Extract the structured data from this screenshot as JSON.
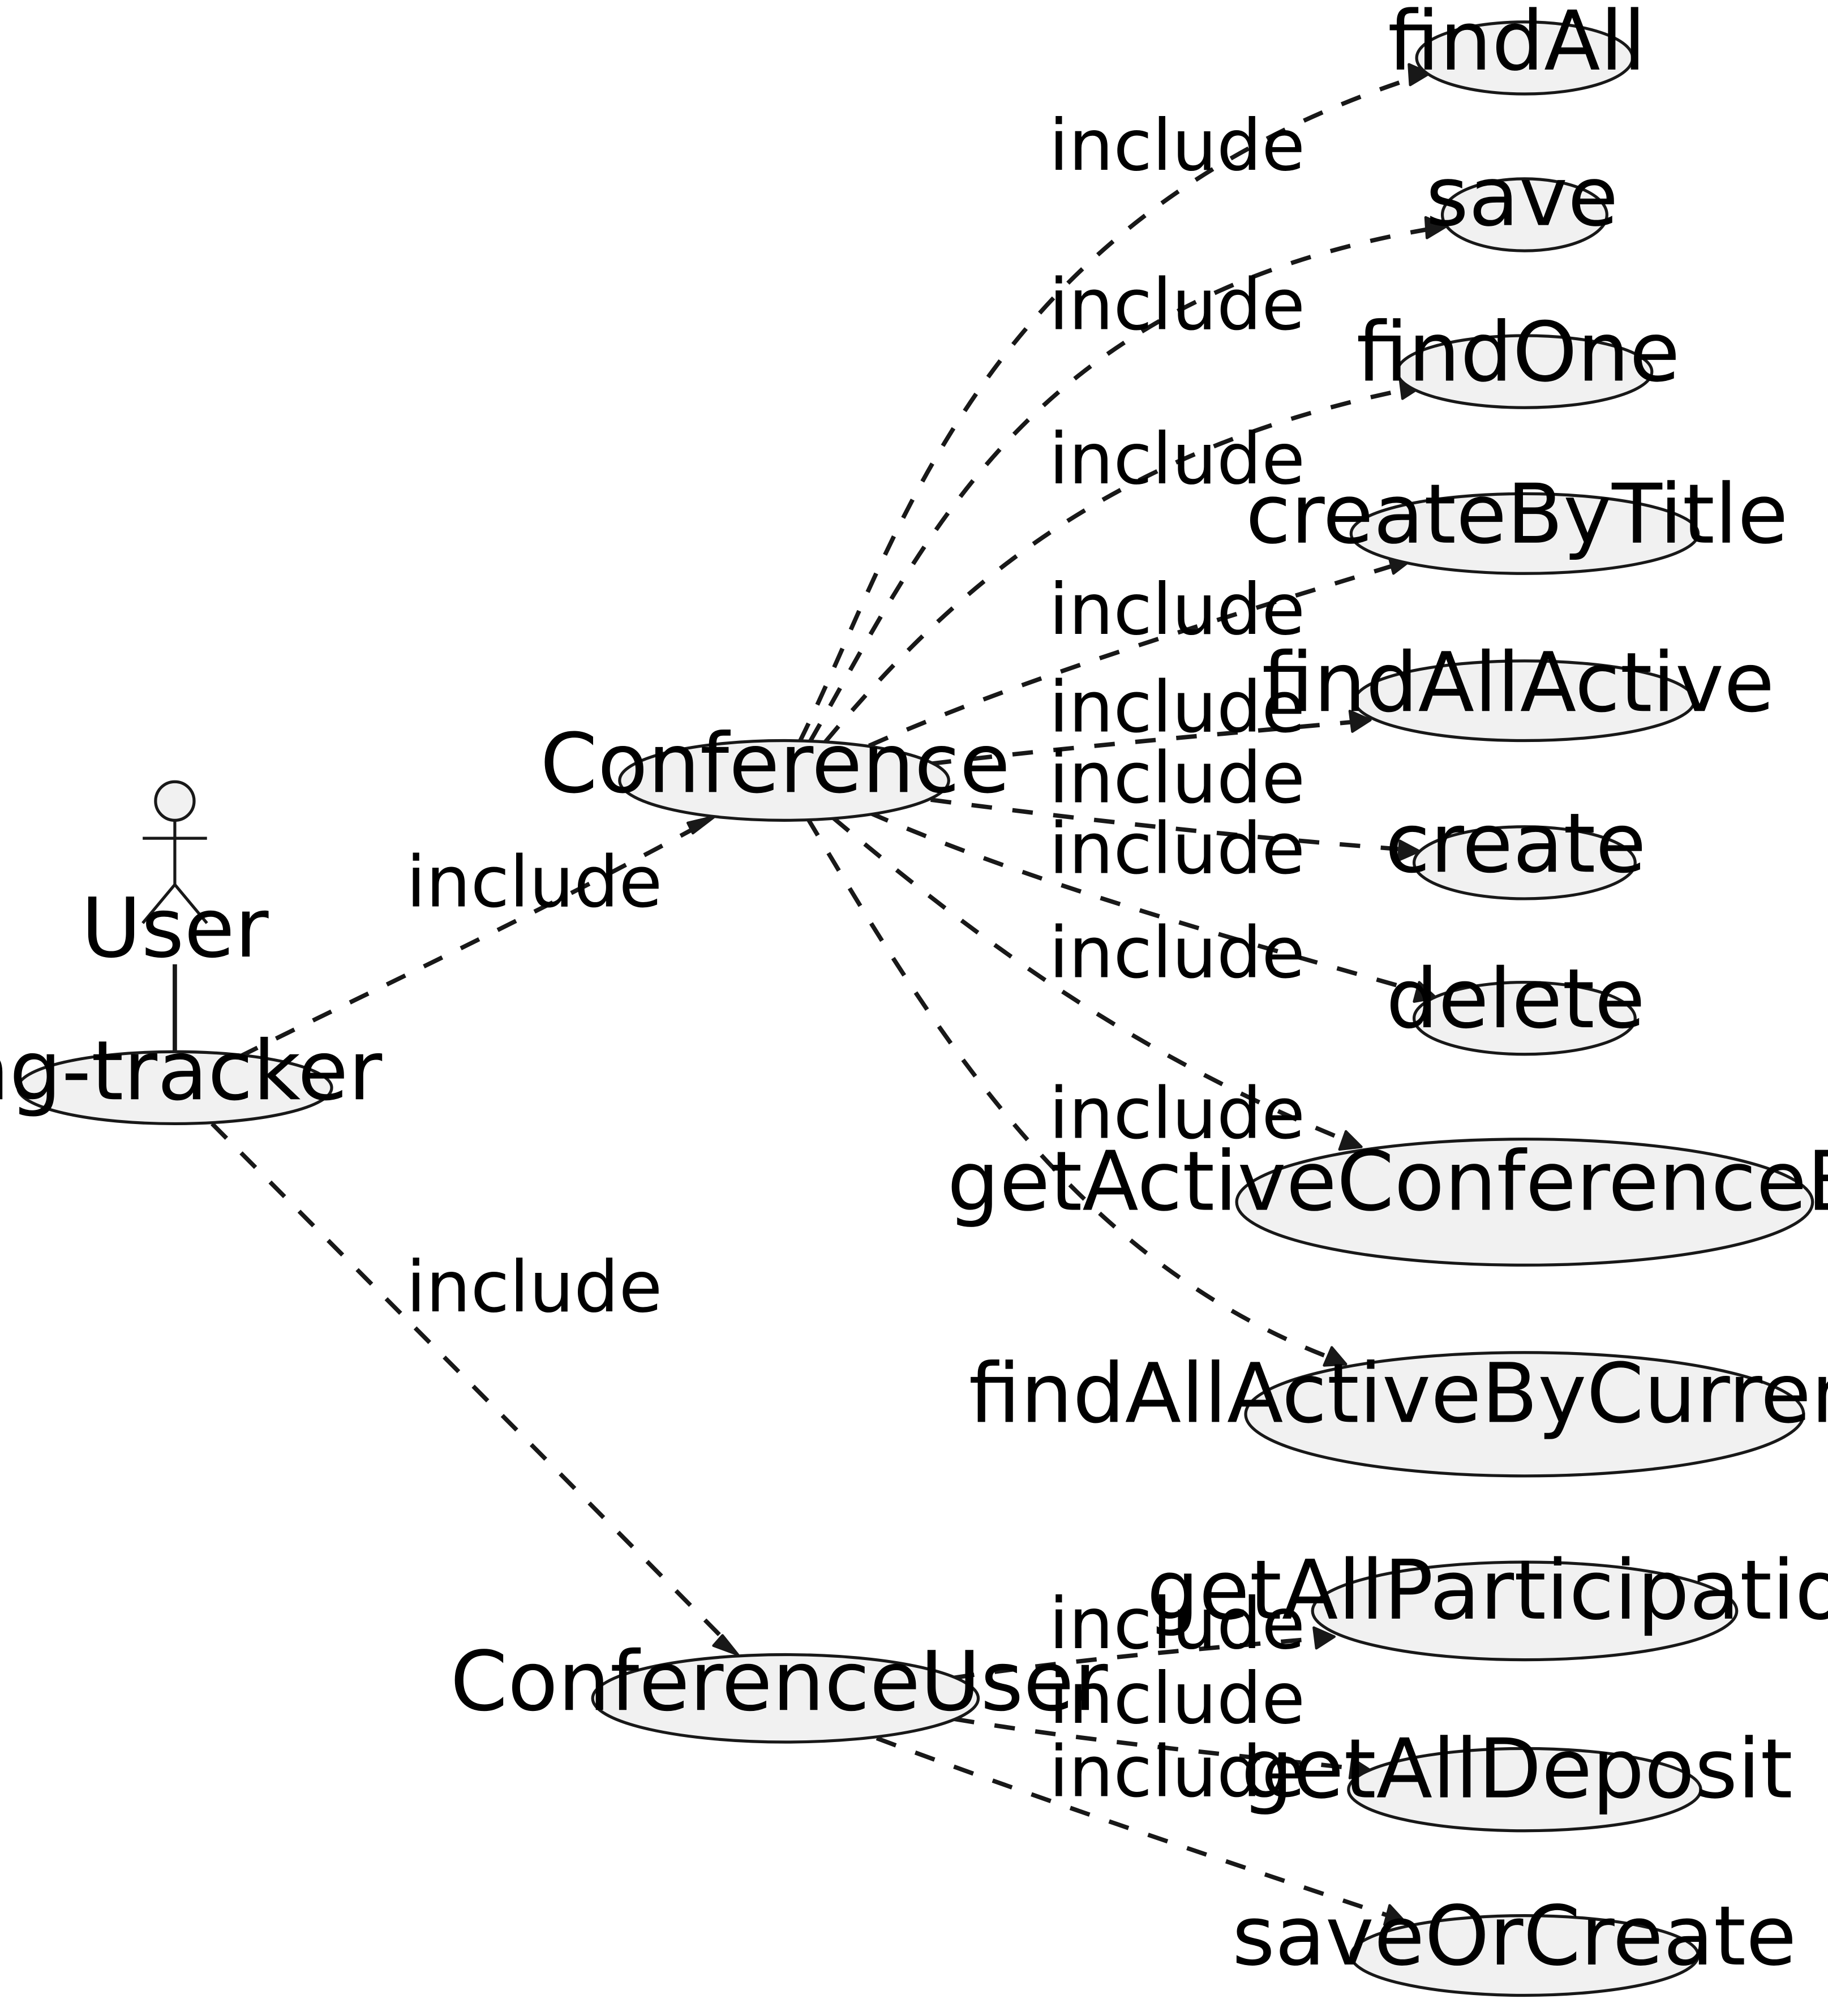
{
  "actor": {
    "label": "User"
  },
  "usecases": {
    "ng_tracker": "ng-tracker",
    "conference": "Conference",
    "conference_user": "ConferenceUser",
    "find_all": "findAll",
    "save": "save",
    "find_one": "findOne",
    "create_by_title": "createByTitle",
    "find_all_active": "findAllActive",
    "create": "create",
    "delete": "delete",
    "get_active_conference_by_user": "getActiveConferenceByUser",
    "find_all_active_by_current_user": "findAllActiveByCurrentUser",
    "get_all_participation": "getAllParticipation",
    "get_all_deposit": "getAllDeposit",
    "save_or_create": "saveOrCreate"
  },
  "relations": [
    {
      "from": "ng-tracker",
      "to": "Conference",
      "label": "include"
    },
    {
      "from": "ng-tracker",
      "to": "ConferenceUser",
      "label": "include"
    },
    {
      "from": "Conference",
      "to": "findAll",
      "label": "include"
    },
    {
      "from": "Conference",
      "to": "save",
      "label": "include"
    },
    {
      "from": "Conference",
      "to": "findOne",
      "label": "include"
    },
    {
      "from": "Conference",
      "to": "createByTitle",
      "label": "include"
    },
    {
      "from": "Conference",
      "to": "findAllActive",
      "label": "include"
    },
    {
      "from": "Conference",
      "to": "create",
      "label": "include"
    },
    {
      "from": "Conference",
      "to": "delete",
      "label": "include"
    },
    {
      "from": "Conference",
      "to": "getActiveConferenceByUser",
      "label": "include"
    },
    {
      "from": "Conference",
      "to": "findAllActiveByCurrentUser",
      "label": "include"
    },
    {
      "from": "ConferenceUser",
      "to": "getAllParticipation",
      "label": "include"
    },
    {
      "from": "ConferenceUser",
      "to": "getAllDeposit",
      "label": "include"
    },
    {
      "from": "ConferenceUser",
      "to": "saveOrCreate",
      "label": "include"
    }
  ]
}
